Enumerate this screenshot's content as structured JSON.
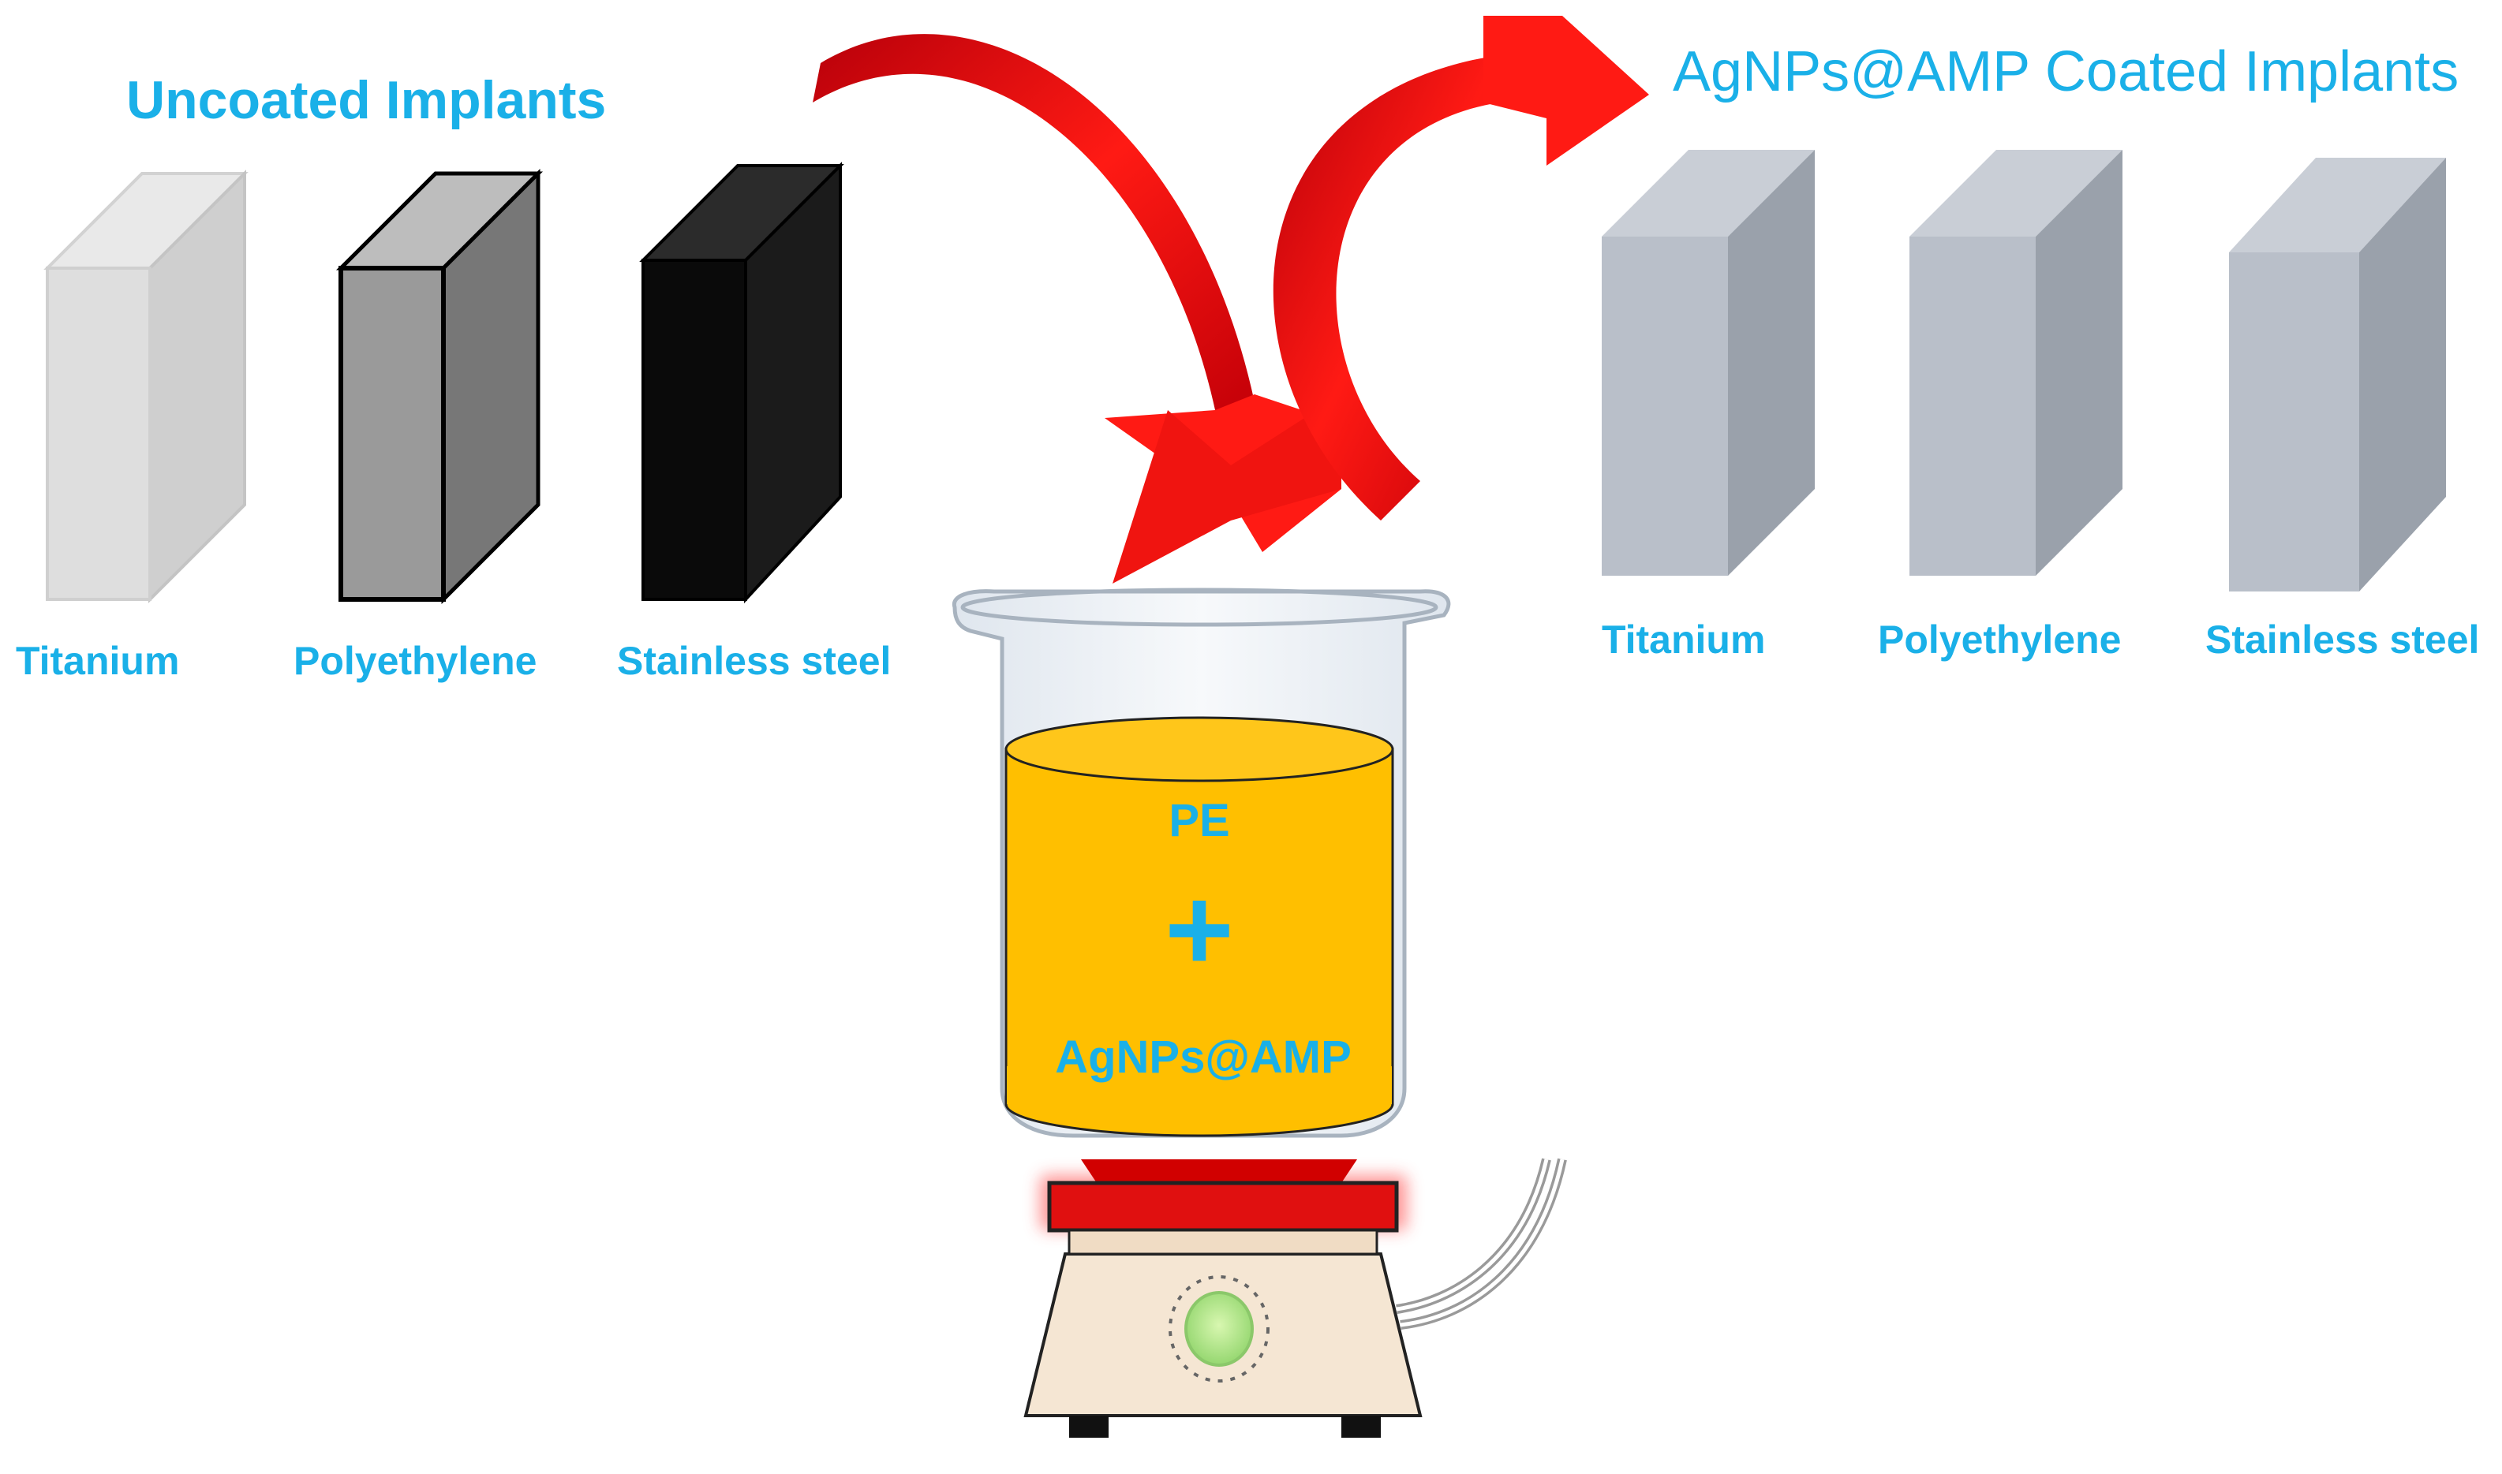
{
  "uncoated": {
    "title": "Uncoated Implants",
    "items": [
      {
        "label": "Titanium"
      },
      {
        "label": "Polyethylene"
      },
      {
        "label": "Stainless steel"
      }
    ]
  },
  "coated": {
    "title": "AgNPs@AMP Coated Implants",
    "items": [
      {
        "label": "Titanium"
      },
      {
        "label": "Polyethylene"
      },
      {
        "label": "Stainless steel"
      }
    ]
  },
  "beaker": {
    "line1": "PE",
    "plus": "+",
    "line2": "AgNPs@AMP"
  },
  "colors": {
    "text_blue": "#1ab0e8",
    "arrow_red": "#e8140f",
    "liquid": "#ffbf00",
    "hotplate": "#e01010",
    "stirrer_base": "#f5e6d3",
    "coated_block": "#b9bfc9"
  }
}
